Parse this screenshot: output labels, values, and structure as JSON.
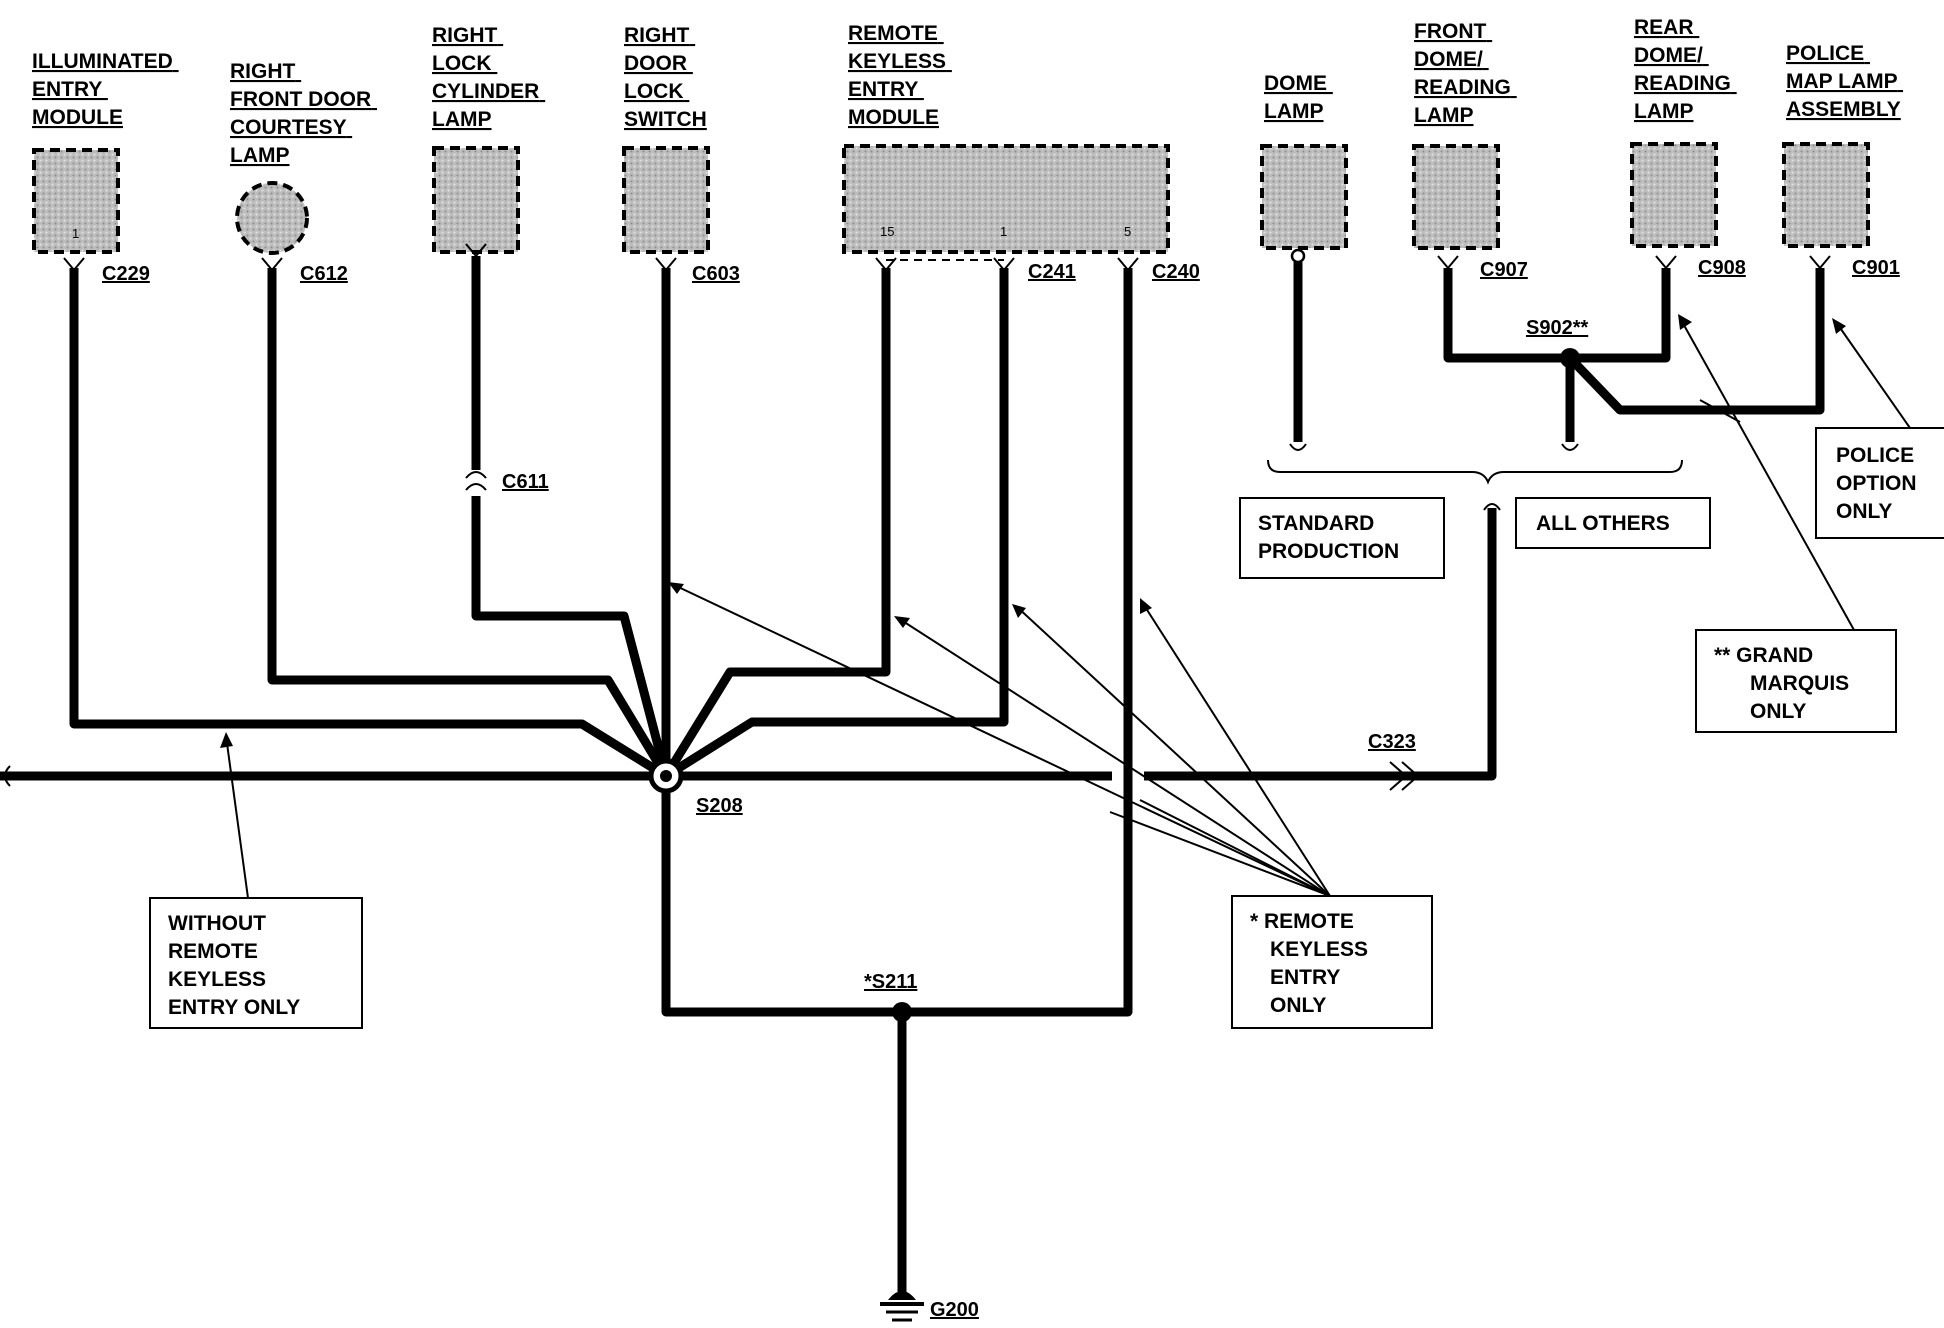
{
  "components": [
    {
      "id": "illuminated-entry-module",
      "lines": [
        "ILLUMINATED",
        "ENTRY",
        "MODULE"
      ],
      "connector": "C229",
      "pin": "1"
    },
    {
      "id": "right-front-door-courtesy-lamp",
      "lines": [
        "RIGHT",
        "FRONT DOOR",
        "COURTESY",
        "LAMP"
      ],
      "connector": "C612"
    },
    {
      "id": "right-lock-cylinder-lamp",
      "lines": [
        "RIGHT",
        "LOCK",
        "CYLINDER",
        "LAMP"
      ],
      "connector": "C611"
    },
    {
      "id": "right-door-lock-switch",
      "lines": [
        "RIGHT",
        "DOOR",
        "LOCK",
        "SWITCH"
      ],
      "connector": "C603"
    },
    {
      "id": "remote-keyless-entry-module",
      "lines": [
        "REMOTE",
        "KEYLESS",
        "ENTRY",
        "MODULE"
      ],
      "connector_a": "C241",
      "connector_b": "C240",
      "pins": [
        "15",
        "1",
        "5"
      ]
    },
    {
      "id": "dome-lamp",
      "lines": [
        "DOME",
        "LAMP"
      ]
    },
    {
      "id": "front-dome-reading-lamp",
      "lines": [
        "FRONT",
        "DOME/",
        "READING",
        "LAMP"
      ],
      "connector": "C907"
    },
    {
      "id": "rear-dome-reading-lamp",
      "lines": [
        "REAR",
        "DOME/",
        "READING",
        "LAMP"
      ],
      "connector": "C908"
    },
    {
      "id": "police-map-lamp-assembly",
      "lines": [
        "POLICE",
        "MAP LAMP",
        "ASSEMBLY"
      ],
      "connector": "C901"
    }
  ],
  "splices": {
    "s208": "S208",
    "s211": "*S211",
    "s902": "S902**"
  },
  "connectors": {
    "c323": "C323"
  },
  "ground": "G200",
  "notes": {
    "without_rke": [
      "WITHOUT",
      "REMOTE",
      "KEYLESS",
      "ENTRY ONLY"
    ],
    "rke_only": [
      "* REMOTE",
      "KEYLESS",
      "ENTRY",
      "ONLY"
    ],
    "standard": [
      "STANDARD",
      "PRODUCTION"
    ],
    "all_others": [
      "ALL OTHERS"
    ],
    "police": [
      "POLICE",
      "OPTION",
      "ONLY"
    ],
    "grand_marquis": [
      "** GRAND",
      "MARQUIS",
      "ONLY"
    ]
  }
}
